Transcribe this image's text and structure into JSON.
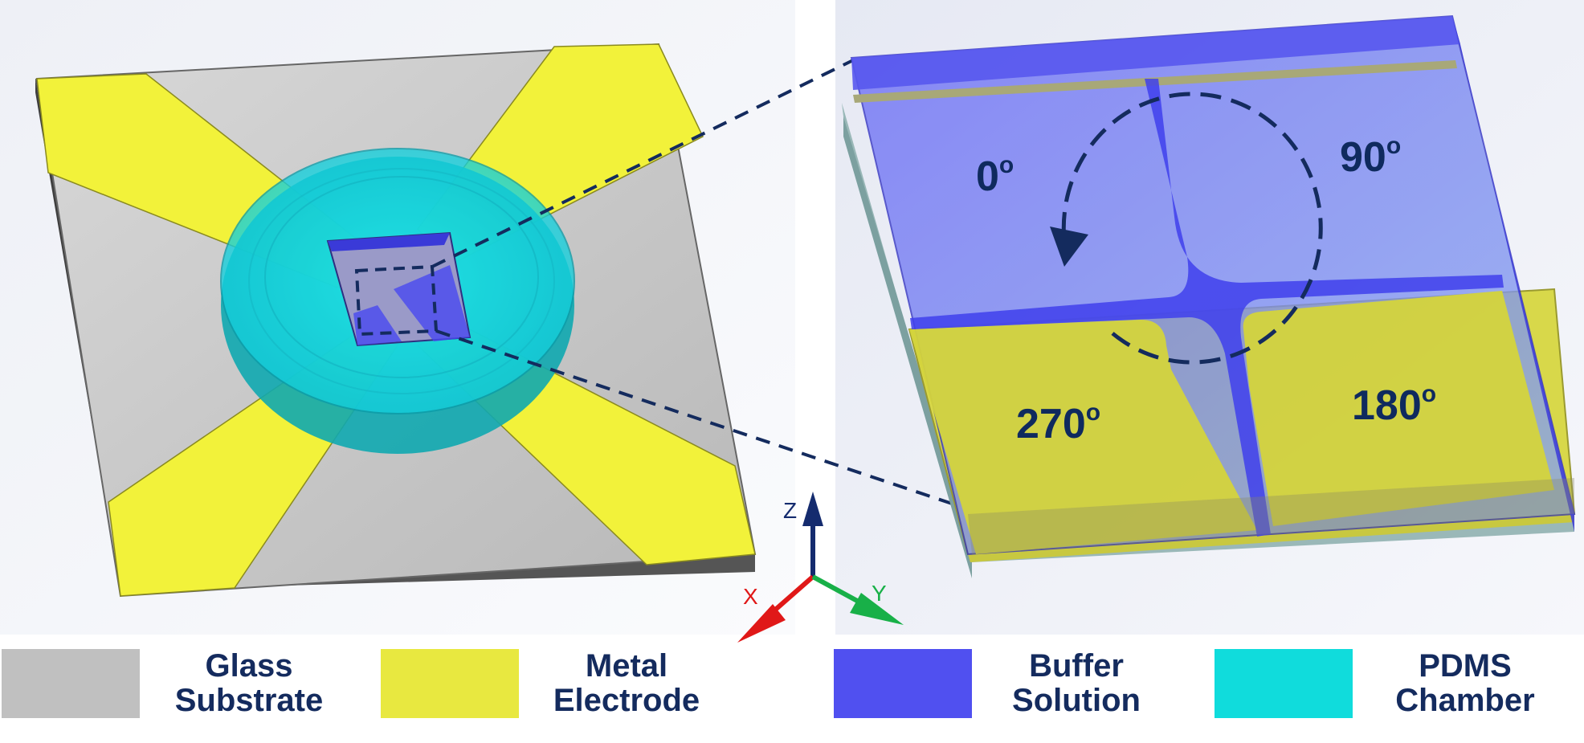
{
  "angles": {
    "a0": "0",
    "a90": "90",
    "a180": "180",
    "a270": "270",
    "degree_mark": "o"
  },
  "axes": {
    "z": "Z",
    "x": "X",
    "y": "Y"
  },
  "legend": [
    {
      "line1": "Glass",
      "line2": "Substrate",
      "color": "#c0c0c0"
    },
    {
      "line1": "Metal",
      "line2": "Electrode",
      "color": "#e8e840"
    },
    {
      "line1": "Buffer",
      "line2": "Solution",
      "color": "#5050f0"
    },
    {
      "line1": "PDMS",
      "line2": "Chamber",
      "color": "#10dcdc"
    }
  ],
  "colors": {
    "glass": "#c8c8c8",
    "electrode": "#f2f23a",
    "buffer": "#4848f0",
    "pdms": "#18e0e0",
    "text": "#142b5e",
    "x_axis": "#e01818",
    "y_axis": "#18b048",
    "z_axis": "#142b6e"
  }
}
